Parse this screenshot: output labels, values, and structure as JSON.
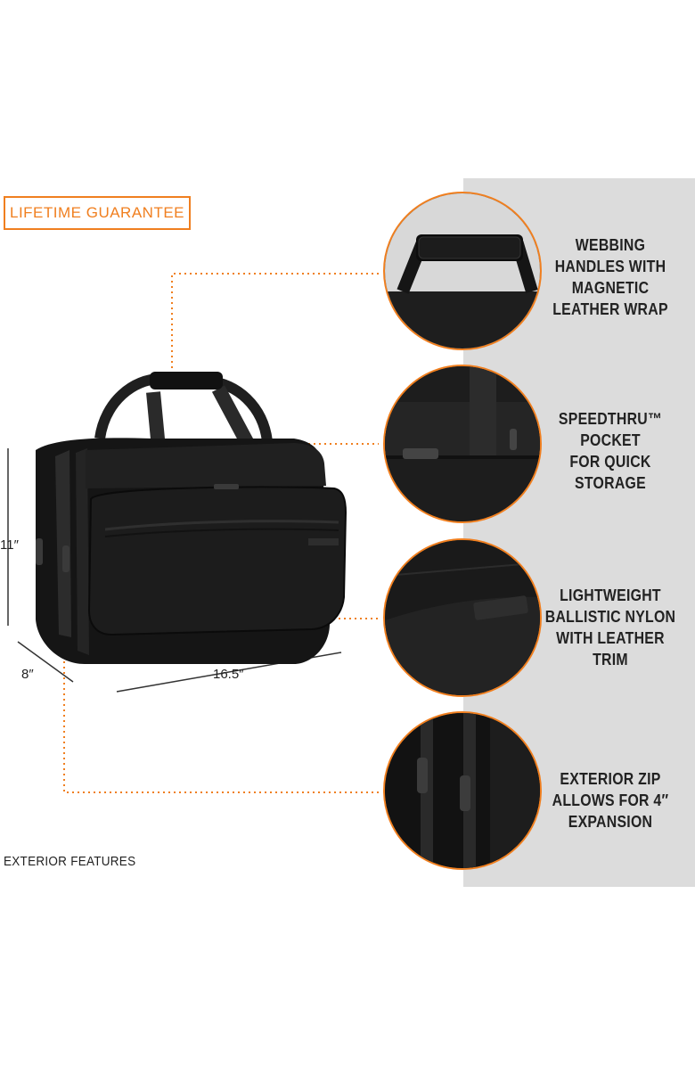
{
  "badge": {
    "label": "LIFETIME GUARANTEE"
  },
  "features": [
    {
      "lines": [
        "WEBBING",
        "HANDLES WITH",
        "MAGNETIC",
        "LEATHER WRAP"
      ]
    },
    {
      "lines": [
        "SPEEDTHRU™",
        "POCKET",
        "FOR QUICK",
        "STORAGE"
      ]
    },
    {
      "lines": [
        "LIGHTWEIGHT",
        "BALLISTIC NYLON",
        "WITH LEATHER",
        "TRIM"
      ]
    },
    {
      "lines": [
        "EXTERIOR ZIP",
        "ALLOWS FOR 4″",
        "EXPANSION"
      ]
    }
  ],
  "dimensions": {
    "height": "11″",
    "depth": "8″",
    "width": "16.5″"
  },
  "footer": {
    "label": "EXTERIOR FEATURES"
  },
  "colors": {
    "accent": "#f07f1f",
    "panel": "#dcdcdc",
    "bag": "#1b1b1b"
  }
}
